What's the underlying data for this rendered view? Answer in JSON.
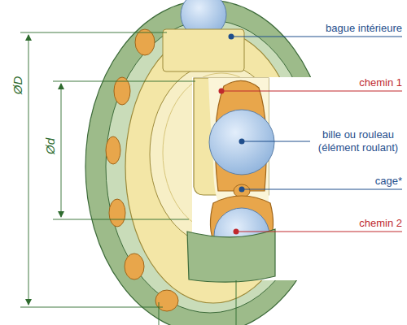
{
  "diagram": {
    "labels": [
      "bague intérieure",
      "chemin 1",
      "bille ou rouleau (élément roulant)",
      "cage*",
      "chemin 2",
      "ØD",
      "Ød"
    ]
  }
}
